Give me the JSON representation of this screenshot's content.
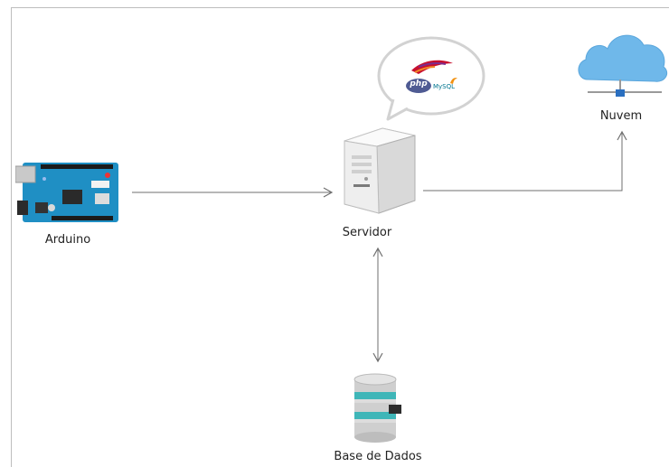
{
  "nodes": {
    "arduino": {
      "label": "Arduino",
      "icon": "arduino-board-icon"
    },
    "server": {
      "label": "Servidor",
      "icon": "server-tower-icon"
    },
    "cloud": {
      "label": "Nuvem",
      "icon": "cloud-icon"
    },
    "database": {
      "label": "Base de Dados",
      "icon": "database-icon"
    }
  },
  "speech_bubble": {
    "logos": [
      "apache-feather-logo",
      "php-logo",
      "mysql-logo"
    ],
    "php_text": "php",
    "mysql_text": "MySQL"
  },
  "connections": [
    {
      "from": "arduino",
      "to": "server",
      "direction": "one-way"
    },
    {
      "from": "server",
      "to": "cloud",
      "direction": "one-way"
    },
    {
      "from": "server",
      "to": "database",
      "direction": "two-way"
    }
  ],
  "colors": {
    "line": "#6f6f6f",
    "cloud": "#6fb8ea",
    "arduino": "#1f8fc4",
    "server": "#e8e8e8"
  }
}
